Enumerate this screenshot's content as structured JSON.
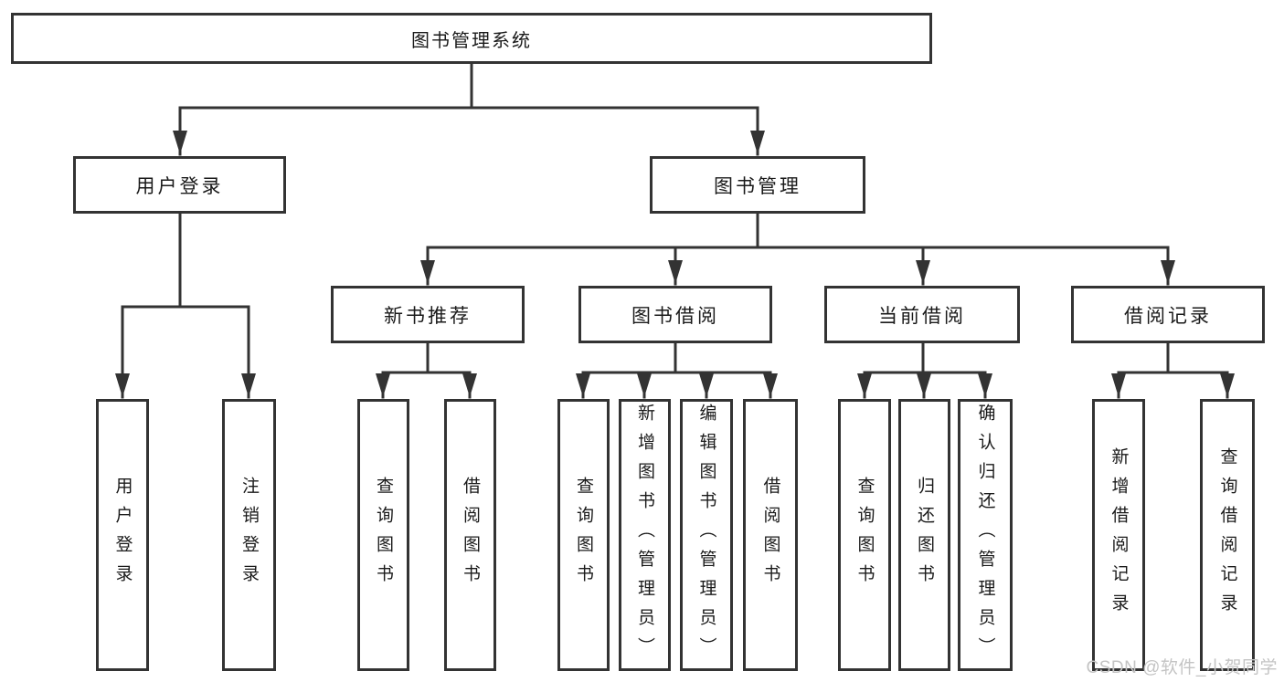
{
  "tree": {
    "root": {
      "label": "图书管理系统",
      "children": [
        {
          "label": "用户登录",
          "children": [
            {
              "label": "用户登录"
            },
            {
              "label": "注销登录"
            }
          ]
        },
        {
          "label": "图书管理",
          "children": [
            {
              "label": "新书推荐",
              "children": [
                {
                  "label": "查询图书"
                },
                {
                  "label": "借阅图书"
                }
              ]
            },
            {
              "label": "图书借阅",
              "children": [
                {
                  "label": "查询图书"
                },
                {
                  "label": "新增图书（管理员）"
                },
                {
                  "label": "编辑图书（管理员）"
                },
                {
                  "label": "借阅图书"
                }
              ]
            },
            {
              "label": "当前借阅",
              "children": [
                {
                  "label": "查询图书"
                },
                {
                  "label": "归还图书"
                },
                {
                  "label": "确认归还（管理员）"
                }
              ]
            },
            {
              "label": "借阅记录",
              "children": [
                {
                  "label": "新增借阅记录"
                },
                {
                  "label": "查询借阅记录"
                }
              ]
            }
          ]
        }
      ]
    }
  },
  "watermark": {
    "text": "CSDN @软件_小贺同学"
  },
  "colors": {
    "line": "#333333",
    "box_border": "#333333",
    "text": "#1a1a1a",
    "watermark": "#c4c4c4",
    "background": "#ffffff"
  }
}
